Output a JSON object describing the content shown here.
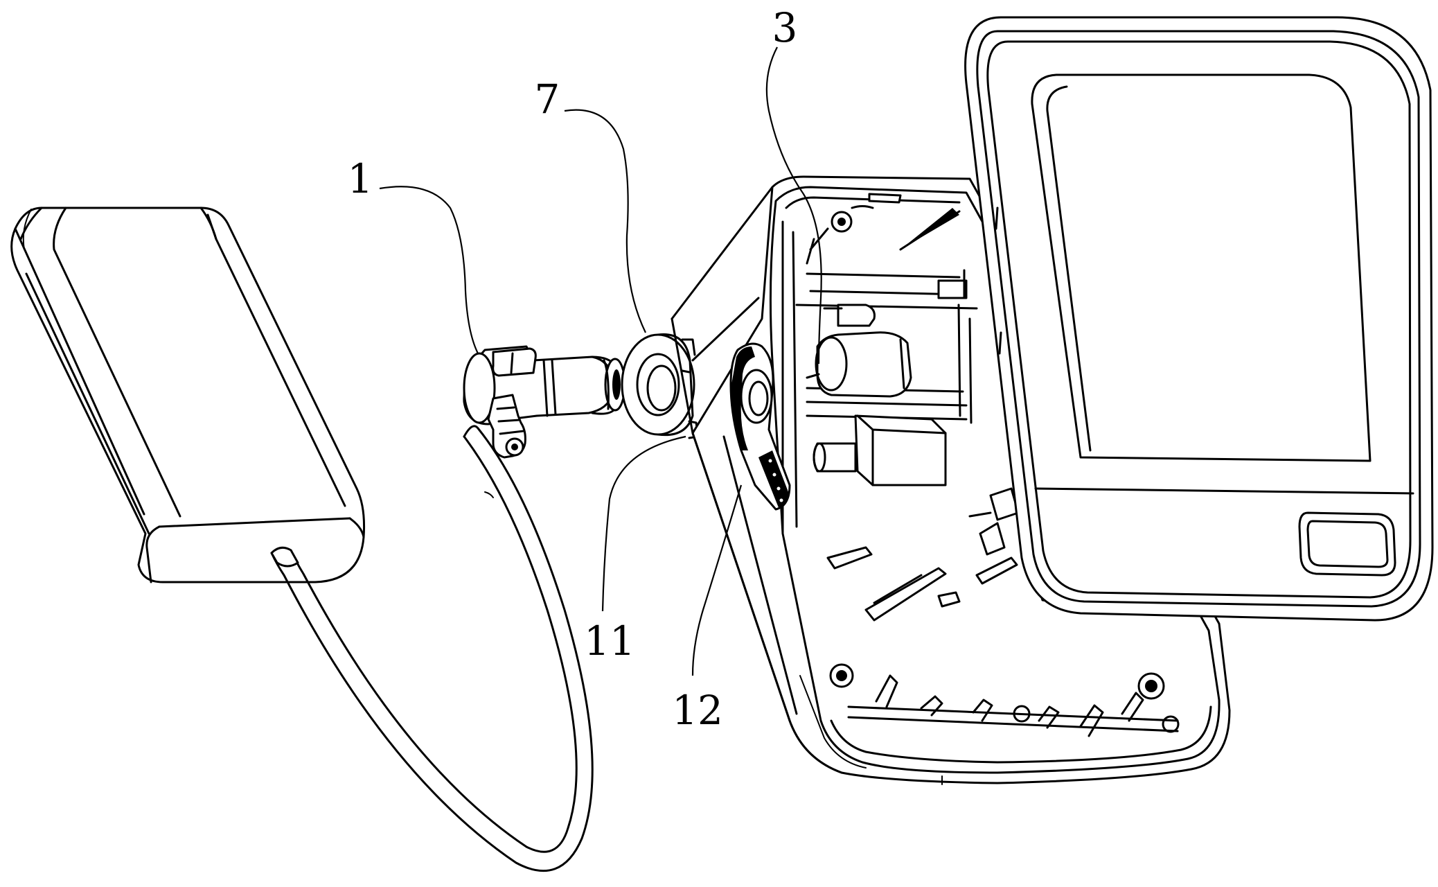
{
  "figure": {
    "labels": {
      "part_1": "1",
      "part_3": "3",
      "part_7": "7",
      "part_11": "11",
      "part_12": "12"
    }
  }
}
